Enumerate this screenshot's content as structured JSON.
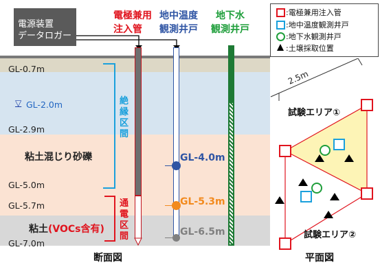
{
  "device": {
    "line1": "電源装置",
    "line2": "データロガー"
  },
  "well_labels": {
    "electrode": {
      "line1": "電極兼用",
      "line2": "注入管",
      "color": "#e0141e"
    },
    "temperature": {
      "line1": "地中温度",
      "line2": "観測井戸",
      "color": "#2f55a4"
    },
    "groundwater": {
      "line1": "地下水",
      "line2": "観測井戸",
      "color": "#1e9e3a"
    }
  },
  "depth_labels": [
    "GL-0.7m",
    "GL-2.0m",
    "GL-2.9m",
    "GL-5.0m",
    "GL-5.7m",
    "GL-7.0m"
  ],
  "water_level_symbol": "▽",
  "soil_layers": {
    "gravel": "粘土混じり砂礫",
    "clay_prefix": "粘土",
    "clay_suffix": "(VOCs含有)"
  },
  "zones": {
    "insulated": "絶縁区間",
    "energized": "通電区間"
  },
  "sensors": [
    {
      "label": "GL-4.0m",
      "color": "#2f55a4"
    },
    {
      "label": "GL-5.3m",
      "color": "#f28a1e"
    },
    {
      "label": "GL-6.5m",
      "color": "#808080"
    }
  ],
  "legend": [
    {
      "symbol": "□",
      "text": ":電極兼用注入管",
      "color": "#e0141e"
    },
    {
      "symbol": "□",
      "text": ":地中温度観測井戸",
      "color": "#1aa0dc"
    },
    {
      "symbol": "○",
      "text": ":地下水観測井戸",
      "color": "#1e9e3a"
    },
    {
      "symbol": "▲",
      "text": ":土壌採取位置",
      "color": "#000000"
    }
  ],
  "plan": {
    "dimension": "2.5m",
    "area1": "試験エリア①",
    "area2": "試験エリア②"
  },
  "captions": {
    "section": "断面図",
    "plan": "平面図"
  }
}
